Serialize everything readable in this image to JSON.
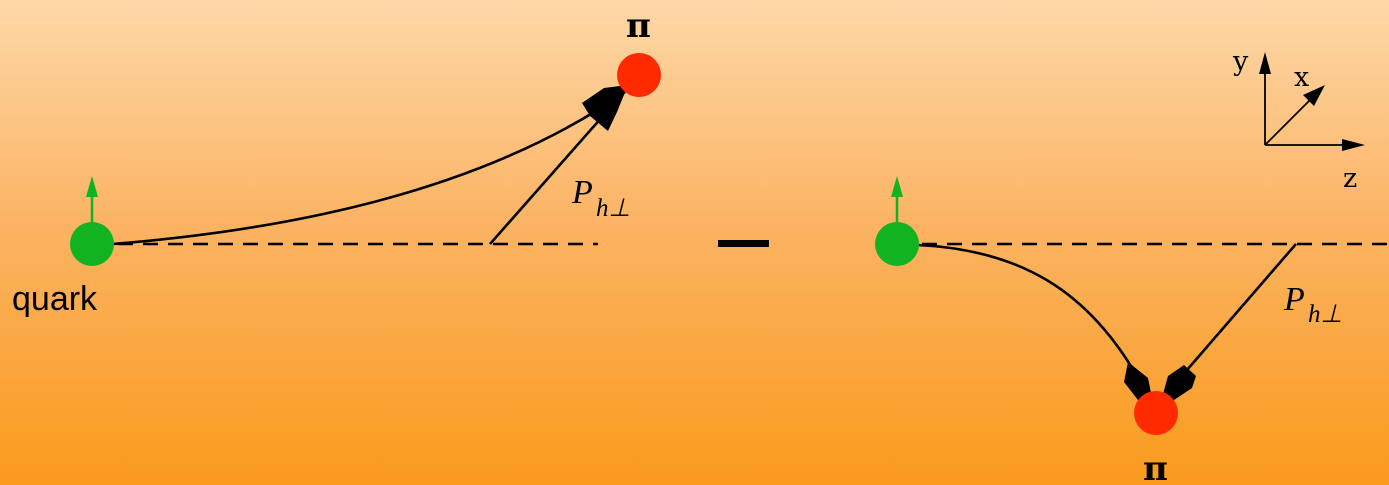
{
  "diagram": {
    "left_panel": {
      "quark_label": "quark",
      "pion_label": "π",
      "momentum_label": {
        "main": "P",
        "sub": "h⊥"
      },
      "colors": {
        "quark": "#11b320",
        "spin_arrow": "#11b320",
        "pion": "#ff2a00"
      }
    },
    "operator": "−",
    "right_panel": {
      "pion_label": "π",
      "momentum_label": {
        "main": "P",
        "sub": "h⊥"
      },
      "axes": {
        "x": "x",
        "y": "y",
        "z": "z"
      }
    }
  }
}
